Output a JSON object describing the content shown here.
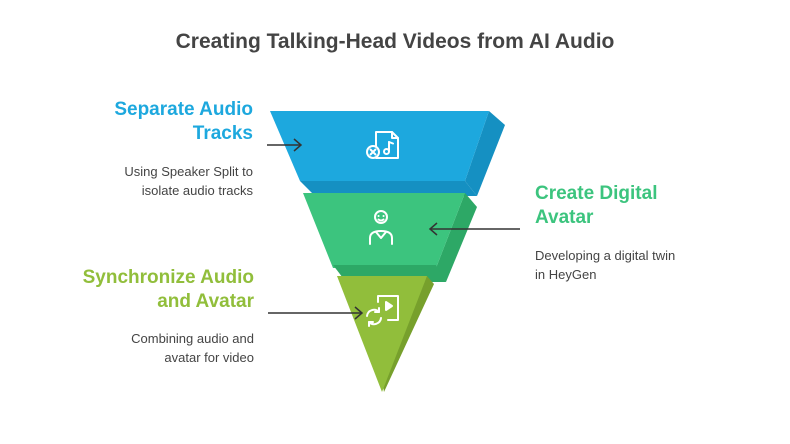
{
  "title": "Creating Talking-Head Videos from AI Audio",
  "colors": {
    "title": "#444444",
    "text": "#444444",
    "stage1": "#1DA8DE",
    "stage1_side": "#1590C2",
    "stage2": "#3CC47E",
    "stage2_side": "#2DA866",
    "stage3": "#91BE3B",
    "stage3_side": "#77A02C",
    "arrow": "#333333",
    "icon": "#ffffff"
  },
  "stages": [
    {
      "title_line1": "Separate Audio",
      "title_line2": "Tracks",
      "desc_line1": "Using Speaker Split to",
      "desc_line2": "isolate audio tracks",
      "icon": "audio-file-x-icon",
      "side": "left"
    },
    {
      "title_line1": "Create Digital",
      "title_line2": "Avatar",
      "desc_line1": "Developing a digital twin",
      "desc_line2": "in HeyGen",
      "icon": "avatar-person-icon",
      "side": "right"
    },
    {
      "title_line1": "Synchronize Audio",
      "title_line2": "and Avatar",
      "desc_line1": "Combining audio and",
      "desc_line2": "avatar for video",
      "icon": "sync-video-icon",
      "side": "left"
    }
  ]
}
